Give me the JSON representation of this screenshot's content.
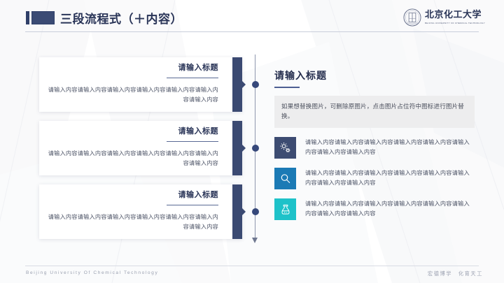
{
  "header": {
    "title": "三段流程式（＋内容）",
    "mark_icon": "double-rectangle-mark-icon"
  },
  "logo": {
    "seal_icon": "university-seal-icon",
    "name_cn": "北京化工大学",
    "name_en": "BEIJING UNIVERSITY OF CHEMICAL TECHNOLOGY"
  },
  "timeline": {
    "cards": [
      {
        "title": "请输入标题",
        "body": "请输入内容请输入内容请输入内容请输入内容请输入内容请输入内容请输入内容"
      },
      {
        "title": "请输入标题",
        "body": "请输入内容请输入内容请输入内容请输入内容请输入内容请输入内容请输入内容"
      },
      {
        "title": "请输入标题",
        "body": "请输入内容请输入内容请输入内容请输入内容请输入内容请输入内容请输入内容"
      }
    ],
    "axis_arrow_icon": "down-arrow-icon",
    "node_icon": "timeline-node-dot-icon"
  },
  "right_panel": {
    "title": "请输入标题",
    "description": "如果想替换图片，可删除原图片，点击图片占位符中图标进行图片替换。",
    "items": [
      {
        "icon": "gears-icon",
        "color": "#3d4c72",
        "text": "请输入内容请输入内容请输入内容请输入内容请输入内容请输入内容请输入内容请输入内容"
      },
      {
        "icon": "search-magnifier-icon",
        "color": "#1b7ab5",
        "text": "请输入内容请输入内容请输入内容请输入内容请输入内容请输入内容请输入内容请输入内容"
      },
      {
        "icon": "flask-icon",
        "color": "#1ec2c9",
        "text": "请输入内容请输入内容请输入内容请输入内容请输入内容请输入内容请输入内容请输入内容"
      }
    ]
  },
  "footer": {
    "left": "Beijing University Of Chemical Technology",
    "right": "宏德博学　化育天工"
  },
  "colors": {
    "navy": "#2a3558",
    "bar_navy": "#3b4a72",
    "accent_blue": "#1b7ab5",
    "accent_cyan": "#1ec2c9",
    "desc_bg": "#ededee"
  }
}
